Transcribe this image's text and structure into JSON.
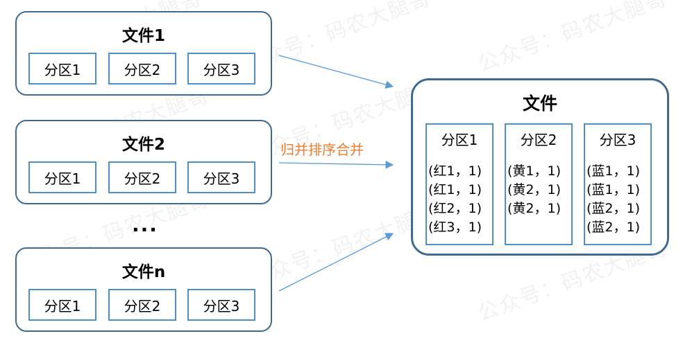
{
  "watermark": "公众号：码农大腿哥",
  "files": [
    {
      "title": "文件1",
      "partitions": [
        "分区1",
        "分区2",
        "分区3"
      ]
    },
    {
      "title": "文件2",
      "partitions": [
        "分区1",
        "分区2",
        "分区3"
      ]
    },
    {
      "title": "文件n",
      "partitions": [
        "分区1",
        "分区2",
        "分区3"
      ]
    }
  ],
  "ellipsis": "...",
  "merge_label": "归并排序合并",
  "result": {
    "title": "文件",
    "partitions": [
      {
        "title": "分区1",
        "records": [
          "(红1，1)",
          "(红1，1)",
          "(红2，1)",
          "(红3，1)"
        ]
      },
      {
        "title": "分区2",
        "records": [
          "(黄1，1)",
          "(黄2，1)",
          "(黄2，1)"
        ]
      },
      {
        "title": "分区3",
        "records": [
          "(蓝1，1)",
          "(蓝1，1)",
          "(蓝2，1)",
          "(蓝2，1)"
        ]
      }
    ]
  },
  "colors": {
    "box_border": "#41698e",
    "partition_border": "#4f8fc8",
    "arrow": "#5b9bd5",
    "label": "#ed7d31"
  }
}
